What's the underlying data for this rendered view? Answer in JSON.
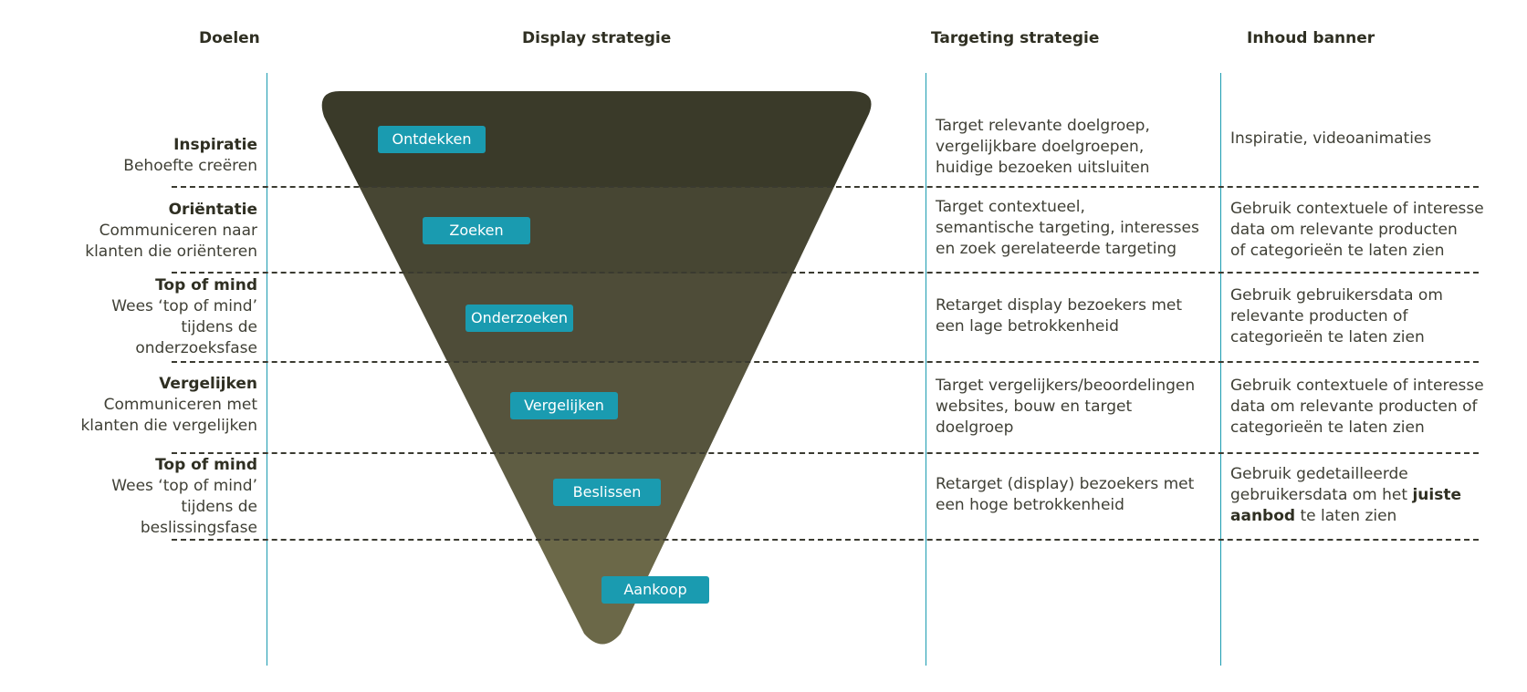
{
  "headers": {
    "goals": "Doelen",
    "display": "Display strategie",
    "targeting": "Targeting strategie",
    "banner": "Inhoud banner"
  },
  "stages": [
    {
      "goal_title": "Inspiratie",
      "goal_sub": "Behoefte creëren",
      "pill": "Ontdekken",
      "targeting": "Target relevante doelgroep,\nvergelijkbare doelgroepen,\nhuidige bezoeken uitsluiten",
      "banner": "Inspiratie, videoanimaties"
    },
    {
      "goal_title": "Oriëntatie",
      "goal_sub": "Communiceren naar\nklanten die oriënteren",
      "pill": "Zoeken",
      "targeting": "Target contextueel,\nsemantische targeting, interesses\nen zoek gerelateerde targeting",
      "banner": "Gebruik contextuele of interesse\ndata om relevante producten\nof categorieën te laten zien"
    },
    {
      "goal_title": "Top of mind",
      "goal_sub": "Wees ‘top of mind’\ntijdens de\nonderzoeksfase",
      "pill": "Onderzoeken",
      "targeting": "Retarget display bezoekers met\neen lage betrokkenheid",
      "banner": "Gebruik gebruikersdata om\nrelevante producten of\ncategorieën te laten zien"
    },
    {
      "goal_title": "Vergelijken",
      "goal_sub": "Communiceren met\nklanten die vergelijken",
      "pill": "Vergelijken",
      "targeting": "Target vergelijkers/beoordelingen\nwebsites, bouw en target\ndoelgroep",
      "banner": "Gebruik contextuele of interesse\ndata om relevante producten of\ncategorieën te laten zien"
    },
    {
      "goal_title": "Top of mind",
      "goal_sub": "Wees ‘top of mind’\ntijdens de\nbeslissingsfase",
      "pill": "Beslissen",
      "targeting": "Retarget (display) bezoekers met\neen hoge betrokkenheid",
      "banner_pre": "Gebruik gedetailleerde\ngebruikersdata om het ",
      "banner_bold": "juiste\naanbod",
      "banner_post": " te laten zien"
    },
    {
      "pill": "Aankoop"
    }
  ],
  "colors": {
    "accent": "#1a9bb0",
    "text_dark": "#2f2f22",
    "funnel_top": "#3a3a29",
    "funnel_bottom": "#6b6848"
  }
}
